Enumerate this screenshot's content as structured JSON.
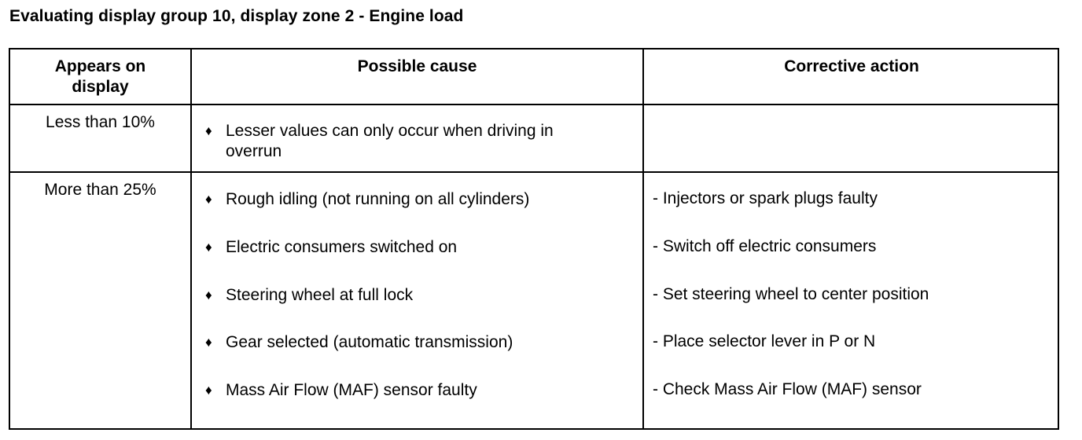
{
  "title": "Evaluating display group 10, display zone 2 - Engine load",
  "headers": {
    "appears_line1": "Appears on",
    "appears_line2": "display",
    "cause": "Possible cause",
    "action": "Corrective action"
  },
  "rows": [
    {
      "appears": "Less than 10%",
      "cause_line1": "Lesser values can only occur when driving in",
      "cause_line2": "overrun"
    },
    {
      "appears": "More than 25%",
      "causes": [
        "Rough idling (not running on all cylinders)",
        "Electric consumers switched on",
        "Steering wheel at full lock",
        "Gear selected (automatic transmission)",
        "Mass Air Flow (MAF) sensor faulty"
      ],
      "actions": [
        "- Injectors or spark plugs faulty",
        "- Switch off electric consumers",
        "- Set steering wheel to center position",
        "- Place selector lever in P or N",
        "- Check Mass Air Flow (MAF) sensor"
      ]
    }
  ],
  "bullet_glyph": "♦"
}
